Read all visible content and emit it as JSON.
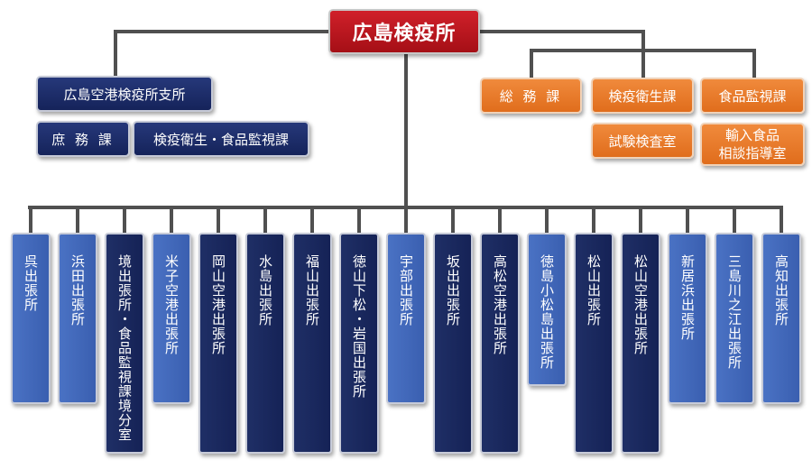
{
  "root": {
    "label": "広島検疫所"
  },
  "left_group": {
    "branch_office": "広島空港検疫所支所",
    "general_affairs": "庶 務 課",
    "quarantine_food": "検疫衛生・食品監視課"
  },
  "right_group": {
    "general_affairs": "総 務 課",
    "quarantine_hygiene": "検疫衛生課",
    "food_monitoring": "食品監視課",
    "inspection_lab": "試験検査室",
    "import_consult_line1": "輸入食品",
    "import_consult_line2": "相談指導室"
  },
  "branches": [
    {
      "label": "呉出張所",
      "tone": "light"
    },
    {
      "label": "浜田出張所",
      "tone": "light"
    },
    {
      "label": "境出張所・食品監視課境分室",
      "tone": "dark"
    },
    {
      "label": "米子空港出張所",
      "tone": "light"
    },
    {
      "label": "岡山空港出張所",
      "tone": "dark"
    },
    {
      "label": "水島出張所",
      "tone": "dark"
    },
    {
      "label": "福山出張所",
      "tone": "dark"
    },
    {
      "label": "徳山下松・岩国出張所",
      "tone": "dark"
    },
    {
      "label": "宇部出張所",
      "tone": "light"
    },
    {
      "label": "坂出出張所",
      "tone": "dark"
    },
    {
      "label": "高松空港出張所",
      "tone": "dark"
    },
    {
      "label": "徳島小松島出張所",
      "tone": "light"
    },
    {
      "label": "松山出張所",
      "tone": "dark"
    },
    {
      "label": "松山空港出張所",
      "tone": "dark"
    },
    {
      "label": "新居浜出張所",
      "tone": "light"
    },
    {
      "label": "三島川之江出張所",
      "tone": "light"
    },
    {
      "label": "高知出張所",
      "tone": "light"
    }
  ],
  "colors": {
    "root": "#b5161e",
    "navy": "#1b2a63",
    "light_blue": "#4269bb",
    "orange": "#e8782b",
    "connector": "#505050"
  }
}
